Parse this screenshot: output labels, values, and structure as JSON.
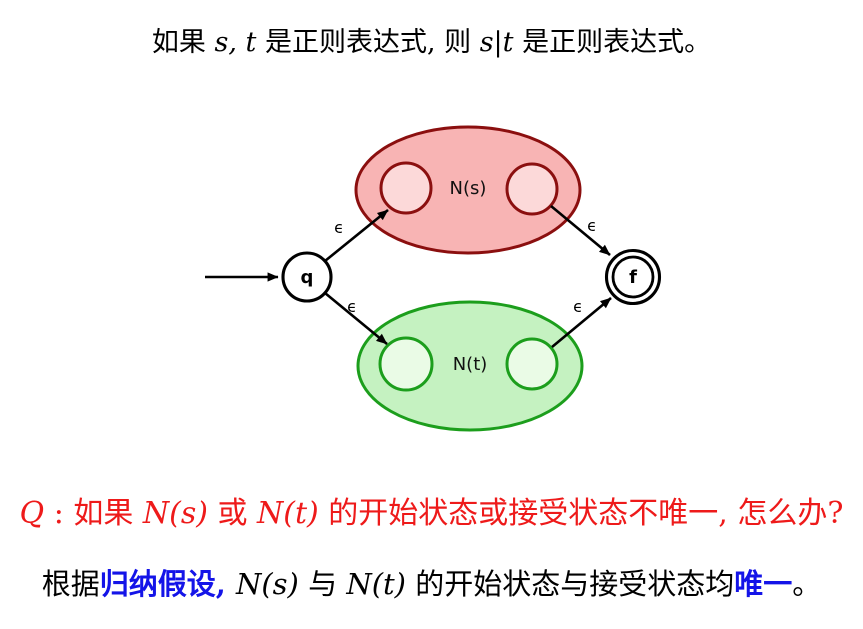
{
  "lines": {
    "title": {
      "segments": [
        {
          "text": "如果 "
        },
        {
          "text": "s, t"
        },
        {
          "text": " 是正则表达式, 则 "
        },
        {
          "text": "s|t"
        },
        {
          "text": " 是正则表达式。"
        }
      ]
    },
    "question": {
      "segments": [
        {
          "text": "Q"
        },
        {
          "text": " : 如果 "
        },
        {
          "text": "N(s)"
        },
        {
          "text": " 或 "
        },
        {
          "text": "N(t)"
        },
        {
          "text": " 的开始状态或接受状态不唯一, 怎么办?"
        }
      ]
    },
    "answer": {
      "segments": [
        {
          "text": "根据"
        },
        {
          "text": "归纳假设, "
        },
        {
          "text": "N(s)"
        },
        {
          "text": " 与 "
        },
        {
          "text": "N(t)"
        },
        {
          "text": " 的开始状态与接受状态均"
        },
        {
          "text": "唯一"
        },
        {
          "text": "。"
        }
      ]
    }
  },
  "diagram": {
    "start_state_label": "q",
    "final_state_label": "f",
    "ns_label": "N(s)",
    "nt_label": "N(t)",
    "epsilon": "ϵ"
  },
  "colors": {
    "question_red": "#ee1a1a",
    "highlight_blue": "#1414e8",
    "ns_fill": "#f8b4b4",
    "ns_inner_fill": "#fcd9d9",
    "ns_stroke": "#8b0f0f",
    "nt_fill": "#c5f2c1",
    "nt_inner_fill": "#eafbe6",
    "nt_stroke": "#1c9e1c"
  }
}
